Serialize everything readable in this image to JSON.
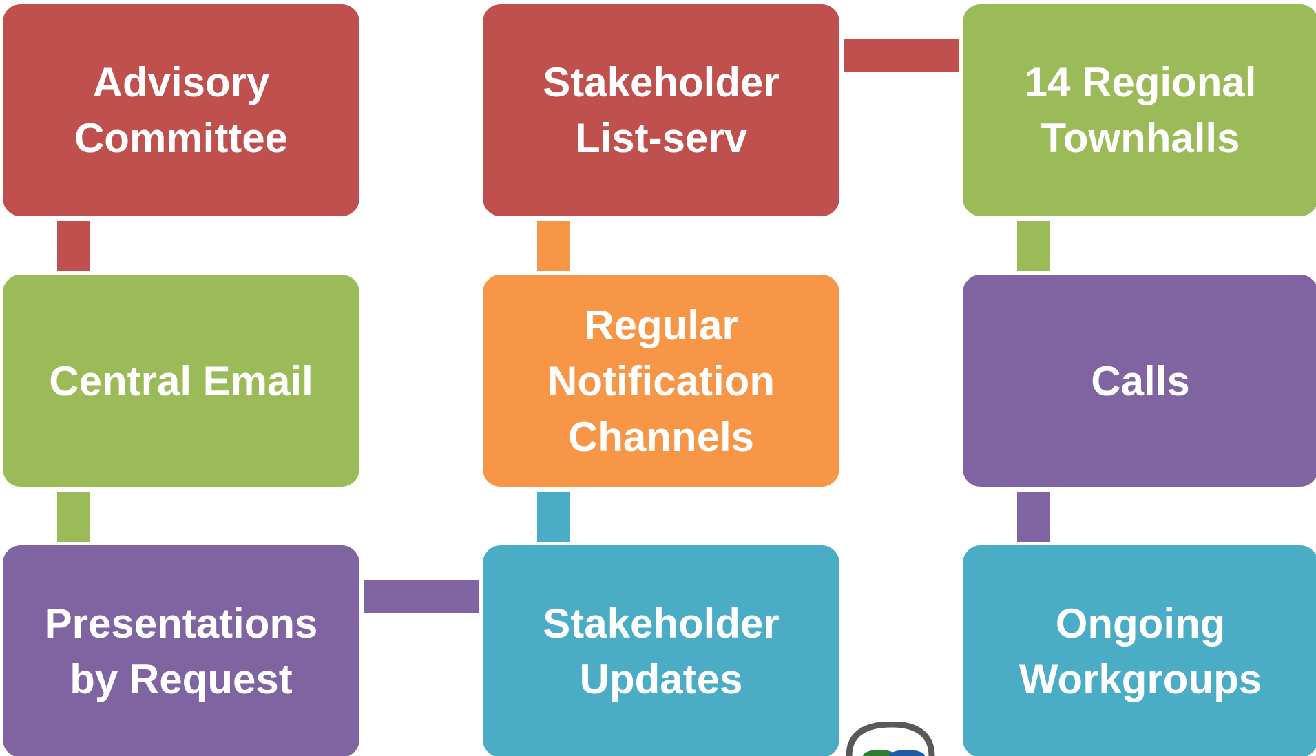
{
  "boxes": {
    "advisory_committee": {
      "line1": "Advisory",
      "line2": "Committee"
    },
    "stakeholder_listserv": {
      "line1": "Stakeholder",
      "line2": "List-serv"
    },
    "regional_townhalls": {
      "line1": "14 Regional",
      "line2": "Townhalls"
    },
    "central_email": {
      "line1": "Central Email"
    },
    "regular_notification": {
      "line1": "Regular",
      "line2": "Notification",
      "line3": "Channels"
    },
    "calls": {
      "line1": "Calls"
    },
    "presentations": {
      "line1": "Presentations",
      "line2": "by Request"
    },
    "stakeholder_updates": {
      "line1": "Stakeholder",
      "line2": "Updates"
    },
    "ongoing_workgroups": {
      "line1": "Ongoing",
      "line2": "Workgroups"
    }
  },
  "colors": {
    "red": "#c0504d",
    "green": "#9bbb59",
    "orange": "#f79646",
    "purple": "#8064a2",
    "teal": "#4bacc6"
  },
  "logo": {
    "icon": "organization-logo-icon"
  }
}
